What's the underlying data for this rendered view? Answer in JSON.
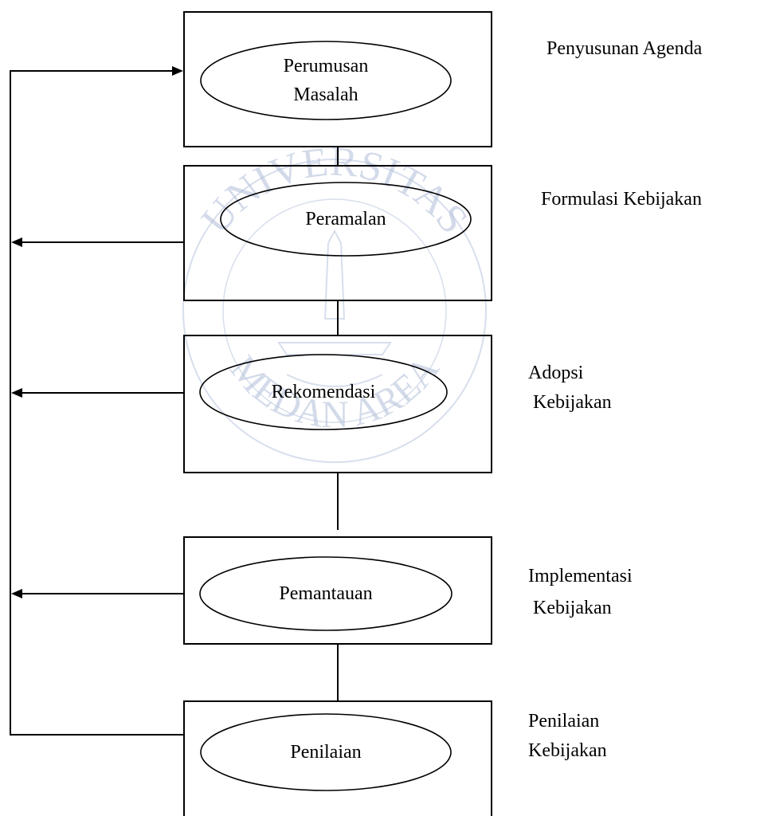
{
  "watermark": {
    "text": "UNIVERSITAS MEDAN AREA",
    "color": "#b7c3dc"
  },
  "nodes": [
    {
      "id": "perumusan",
      "lines": [
        "Perumusan",
        "Masalah"
      ]
    },
    {
      "id": "peramalan",
      "lines": [
        "Peramalan"
      ]
    },
    {
      "id": "rekomendasi",
      "lines": [
        "Rekomendasi"
      ]
    },
    {
      "id": "pemantauan",
      "lines": [
        "Pemantauan"
      ]
    },
    {
      "id": "penilaian",
      "lines": [
        "Penilaian"
      ]
    }
  ],
  "stages": [
    {
      "id": "agenda",
      "lines": [
        "Penyusunan Agenda"
      ]
    },
    {
      "id": "formulasi",
      "lines": [
        "Formulasi Kebijakan"
      ]
    },
    {
      "id": "adopsi",
      "lines": [
        "Adopsi",
        " Kebijakan"
      ]
    },
    {
      "id": "implementasi",
      "lines": [
        "Implementasi",
        " Kebijakan"
      ]
    },
    {
      "id": "penilaian-kebijakan",
      "lines": [
        "Penilaian",
        "Kebijakan"
      ]
    }
  ],
  "colors": {
    "stroke": "#000000",
    "background": "#ffffff"
  }
}
